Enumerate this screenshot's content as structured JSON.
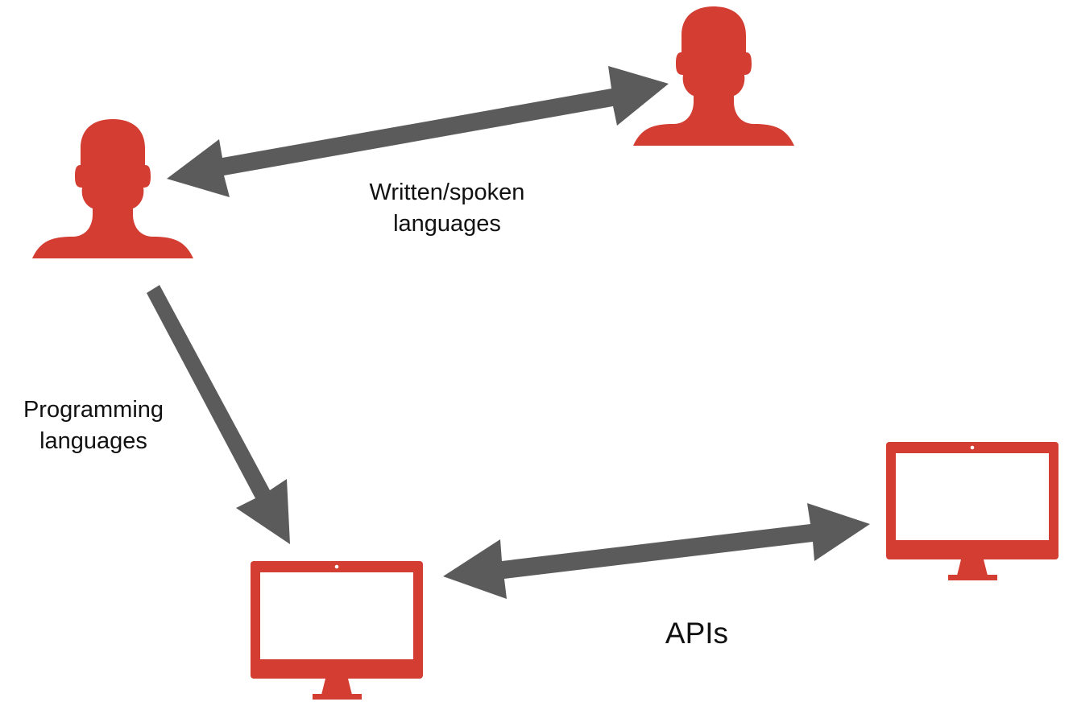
{
  "colors": {
    "accent": "#d33d32",
    "arrow": "#5b5b5b",
    "screen": "#ffffff"
  },
  "nodes": [
    {
      "id": "person-left",
      "kind": "person",
      "icon": "person-icon"
    },
    {
      "id": "person-right",
      "kind": "person",
      "icon": "person-icon"
    },
    {
      "id": "computer-bottom",
      "kind": "computer",
      "icon": "monitor-icon"
    },
    {
      "id": "computer-right",
      "kind": "computer",
      "icon": "monitor-icon"
    }
  ],
  "edges": [
    {
      "from": "person-left",
      "to": "person-right",
      "direction": "both",
      "label_lines": [
        "Written/spoken",
        "languages"
      ]
    },
    {
      "from": "person-left",
      "to": "computer-bottom",
      "direction": "forward",
      "label_lines": [
        "Programming",
        "languages"
      ]
    },
    {
      "from": "computer-bottom",
      "to": "computer-right",
      "direction": "both",
      "label_lines": [
        "APIs"
      ]
    }
  ]
}
